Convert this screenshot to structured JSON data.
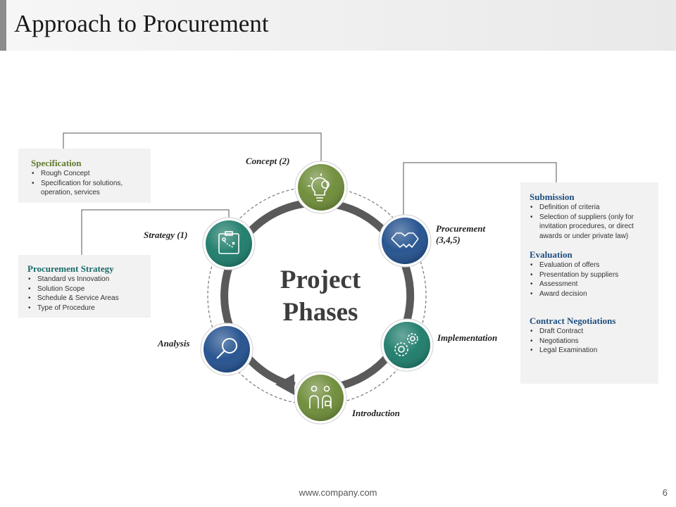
{
  "slide": {
    "title": "Approach to Procurement",
    "footer_url": "www.company.com",
    "page_number": "6"
  },
  "center": {
    "line1": "Project",
    "line2": "Phases"
  },
  "nodes": [
    {
      "label": "Concept (2)",
      "icon": "lightbulb-gear-icon",
      "color": "#6b8a35"
    },
    {
      "label": "Procurement (3,4,5)",
      "icon": "handshake-icon",
      "color": "#1f4e8c"
    },
    {
      "label": "Implementation",
      "icon": "gears-icon",
      "color": "#1a7a68"
    },
    {
      "label": "Introduction",
      "icon": "people-meeting-icon",
      "color": "#6b8a35"
    },
    {
      "label": "Analysis",
      "icon": "magnifier-icon",
      "color": "#1f4e8c"
    },
    {
      "label": "Strategy (1)",
      "icon": "strategy-board-icon",
      "color": "#1a7a68"
    }
  ],
  "boxes": {
    "specification": {
      "heading": "Specification",
      "items": [
        "Rough Concept",
        "Specification for solutions, operation, services"
      ]
    },
    "procurement_strategy": {
      "heading": "Procurement Strategy",
      "items": [
        "Standard vs Innovation",
        "Solution Scope",
        "Schedule & Service Areas",
        "Type of Procedure"
      ]
    },
    "submission": {
      "heading": "Submission",
      "items": [
        "Definition of criteria",
        "Selection of suppliers (only for invitation procedures, or direct awards or under private law)"
      ]
    },
    "evaluation": {
      "heading": "Evaluation",
      "items": [
        "Evaluation of offers",
        "Presentation by suppliers",
        "Assessment",
        "Award decision"
      ]
    },
    "contract_negotiations": {
      "heading": "Contract Negotiations",
      "items": [
        "Draft Contract",
        "Negotiations",
        "Legal Examination"
      ]
    }
  },
  "colors": {
    "green": "#6b8a35",
    "blue": "#1f4e8c",
    "teal": "#1a7a68",
    "ring": "#5a5a5a",
    "box_bg": "#f2f2f2"
  }
}
